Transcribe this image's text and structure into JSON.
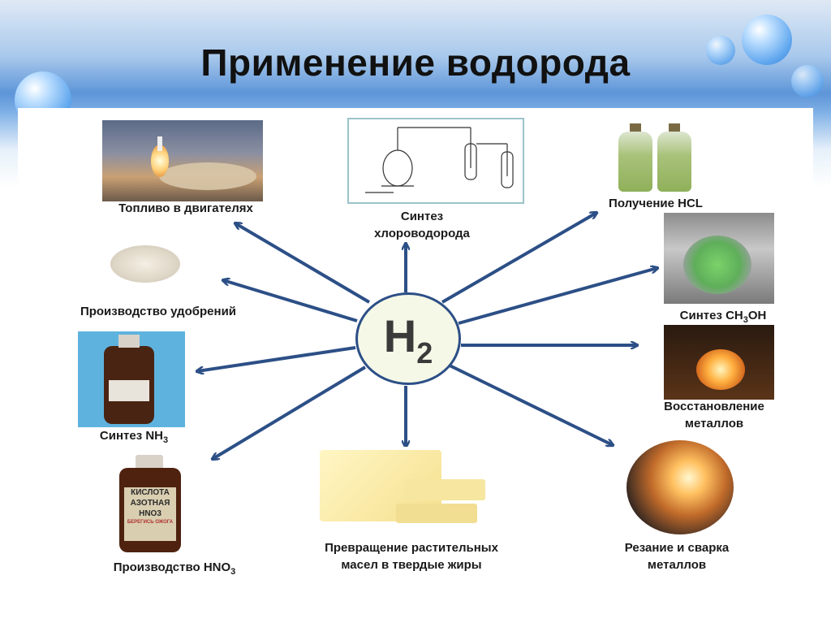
{
  "title": "Применение водорода",
  "center": {
    "main": "H",
    "sub": "2"
  },
  "applications": {
    "fuel": "Топливо в двигателях",
    "hcl_synthesis_line1": "Синтез",
    "hcl_synthesis_line2": "хлороводорода",
    "hcl_production": "Получение HCL",
    "fertilizers": "Производство удобрений",
    "methanol_prefix": "Синтез CH",
    "methanol_sub1": "3",
    "methanol_suffix": "OH",
    "ammonia_prefix": "Синтез NH",
    "ammonia_sub": "3",
    "metals_reduction_line1": "Восстановление",
    "metals_reduction_line2": "металлов",
    "hno3_prefix": "Производство HNO",
    "hno3_sub": "3",
    "oils_line1": "Превращение растительных",
    "oils_line2": "масел в твердые жиры",
    "cutting_line1": "Резание и сварка",
    "cutting_line2": "металлов"
  },
  "bottle_label": {
    "line1": "КИСЛОТА",
    "line2": "АЗОТНАЯ",
    "line3": "HNO3",
    "line4": "БЕРЕГИСЬ ОЖОГА"
  },
  "colors": {
    "arrow": "#2c4f86",
    "circle_border": "#2c4f86",
    "circle_fill": "#f5f8e6"
  }
}
